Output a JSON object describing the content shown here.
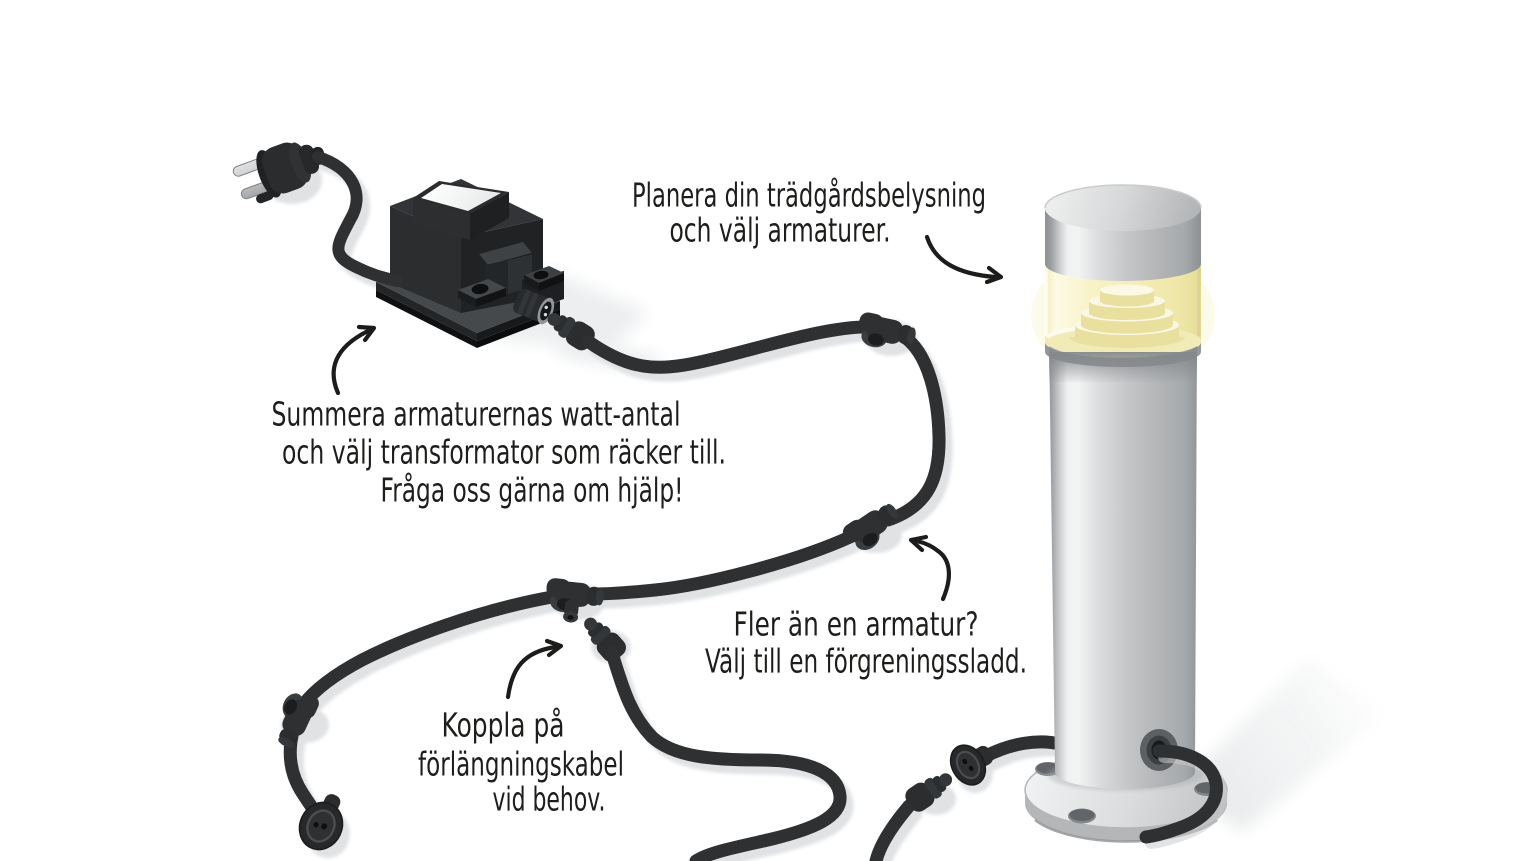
{
  "figure": {
    "description": "Instructional illustration for planning garden lighting",
    "language": "sv",
    "background": "#ffffff",
    "annotations": [
      {
        "id": "plan-lighting",
        "lines": [
          "Planera din trädgårdsbelysning",
          "och välj armaturer."
        ],
        "points_to": "bollard-light"
      },
      {
        "id": "sum-wattage",
        "lines": [
          "Summera armaturernas watt-antal",
          "och välj transformator som räcker till.",
          "Fråga oss gärna om hjälp!"
        ],
        "points_to": "transformer"
      },
      {
        "id": "more-fixtures",
        "lines": [
          "Fler än en armatur?",
          "Välj till en förgreningssladd."
        ],
        "points_to": "branch-junction"
      },
      {
        "id": "extension-cable",
        "lines": [
          "Koppla på",
          "förlängningskabel",
          "vid behov."
        ],
        "points_to": "extension-connector"
      }
    ],
    "palette": {
      "ink": "#1d1d1b",
      "cable_black": "#2e3032",
      "device_black": "#26282a",
      "metal_light": "#f2f3f4",
      "metal_mid": "#c7c9cb",
      "metal_dark": "#929598",
      "light_glow": "#f7f1c2",
      "soft_shadow": "#e3e5e6"
    }
  }
}
